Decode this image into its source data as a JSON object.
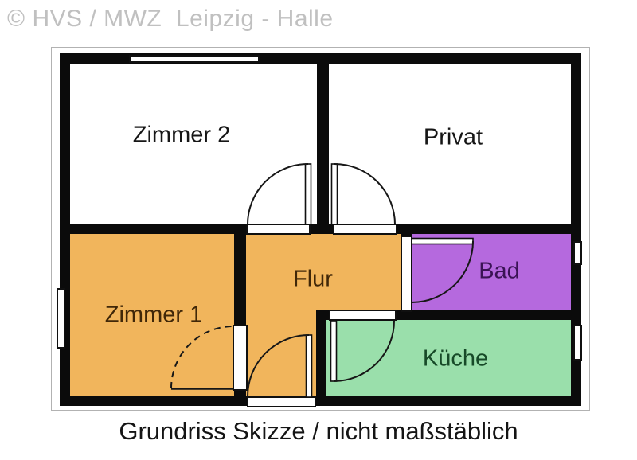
{
  "header": {
    "copyright": "© HVS / MWZ  Leipzig - Halle",
    "copyright_color": "#c0c0c0"
  },
  "caption": "Grundriss Skizze / nicht maßstäblich",
  "plan": {
    "type": "floor-plan-sketch",
    "wall_color": "#0b0b0b",
    "rooms": [
      {
        "id": "zimmer2",
        "label": "Zimmer 2",
        "floor_color": "#ffffff",
        "label_color": "#161616"
      },
      {
        "id": "privat",
        "label": "Privat",
        "floor_color": "#ffffff",
        "label_color": "#161616"
      },
      {
        "id": "zimmer1",
        "label": "Zimmer 1",
        "floor_color": "#f1b55c",
        "label_color": "#402708"
      },
      {
        "id": "flur",
        "label": "Flur",
        "floor_color": "#f1b55c",
        "label_color": "#402708"
      },
      {
        "id": "bad",
        "label": "Bad",
        "floor_color": "#b569de",
        "label_color": "#3a1355"
      },
      {
        "id": "kueche",
        "label": "Küche",
        "floor_color": "#9adfab",
        "label_color": "#174a28"
      }
    ]
  }
}
